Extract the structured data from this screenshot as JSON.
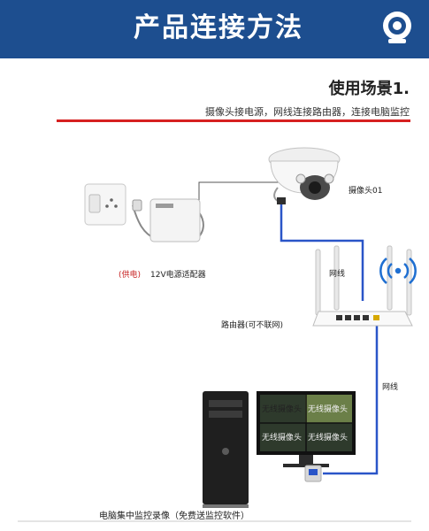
{
  "header": {
    "title": "产品连接方法",
    "logo_icon": "camera-lens-icon"
  },
  "scene": {
    "title": "使用场景1.",
    "subtitle": "摄像头接电源，网线连接路由器，连接电脑监控"
  },
  "devices": {
    "camera": "摄像头01",
    "router": "路由器(可不联网)",
    "adapter": "12V电源适配器",
    "adapter_note": "(供电)",
    "computer": "电脑集中监控录像（免费送监控软件）"
  },
  "cables": {
    "cable_1": "网线",
    "cable_2": "网线"
  },
  "monitor_tiles": [
    "无线摄像头",
    "无线摄像头",
    "无线摄像头",
    "无线摄像头"
  ],
  "colors": {
    "banner": "#1d4e8f",
    "accent_line": "#d62020",
    "cable": "#2a55c8"
  }
}
